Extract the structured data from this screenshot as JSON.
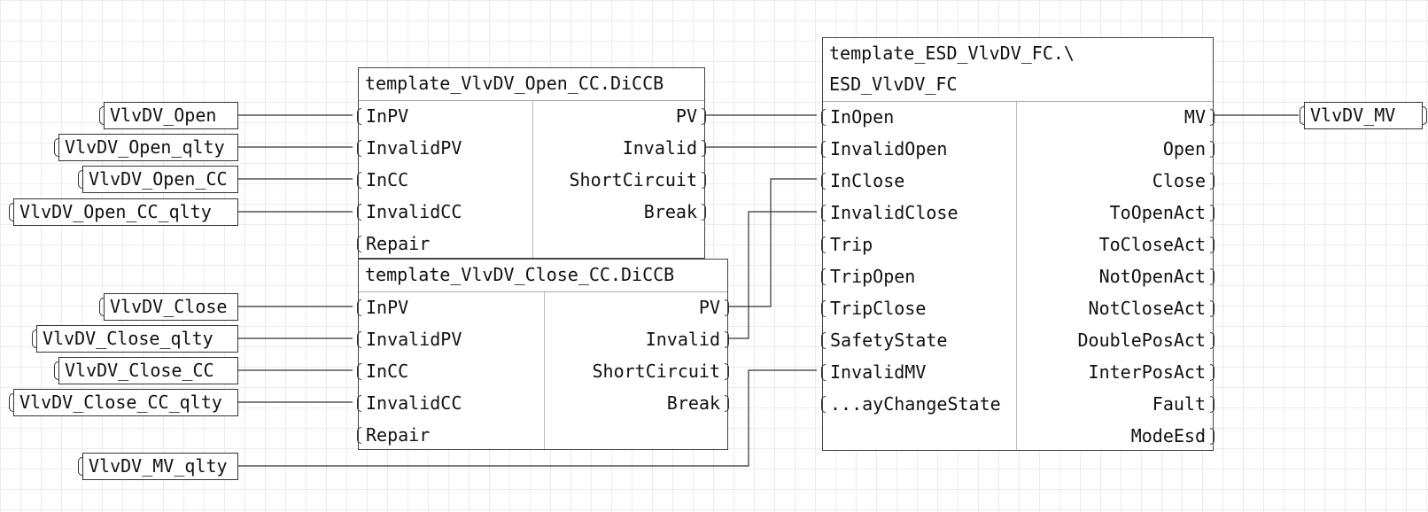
{
  "input_tags": [
    {
      "label": "VlvDV_Open"
    },
    {
      "label": "VlvDV_Open_qlty"
    },
    {
      "label": "VlvDV_Open_CC"
    },
    {
      "label": "VlvDV_Open_CC_qlty"
    },
    {
      "label": "VlvDV_Close"
    },
    {
      "label": "VlvDV_Close_qlty"
    },
    {
      "label": "VlvDV_Close_CC"
    },
    {
      "label": "VlvDV_Close_CC_qlty"
    },
    {
      "label": "VlvDV_MV_qlty"
    }
  ],
  "output_tags": [
    {
      "label": "VlvDV_MV"
    }
  ],
  "blocks": {
    "open_cc": {
      "title": "template_VlvDV_Open_CC.DiCCB",
      "inputs": [
        "InPV",
        "InvalidPV",
        "InCC",
        "InvalidCC",
        "Repair"
      ],
      "outputs": [
        "PV",
        "Invalid",
        "ShortCircuit",
        "Break"
      ]
    },
    "close_cc": {
      "title": "template_VlvDV_Close_CC.DiCCB",
      "inputs": [
        "InPV",
        "InvalidPV",
        "InCC",
        "InvalidCC",
        "Repair"
      ],
      "outputs": [
        "PV",
        "Invalid",
        "ShortCircuit",
        "Break"
      ]
    },
    "esd": {
      "title_line1": "template_ESD_VlvDV_FC.\\",
      "title_line2": "ESD_VlvDV_FC",
      "inputs": [
        "InOpen",
        "InvalidOpen",
        "InClose",
        "InvalidClose",
        "Trip",
        "TripOpen",
        "TripClose",
        "SafetyState",
        "InvalidMV",
        "...ayChangeState"
      ],
      "outputs": [
        "MV",
        "Open",
        "Close",
        "ToOpenAct",
        "ToCloseAct",
        "NotOpenAct",
        "NotCloseAct",
        "DoublePosAct",
        "InterPosAct",
        "Fault",
        "ModeEsd"
      ]
    }
  }
}
